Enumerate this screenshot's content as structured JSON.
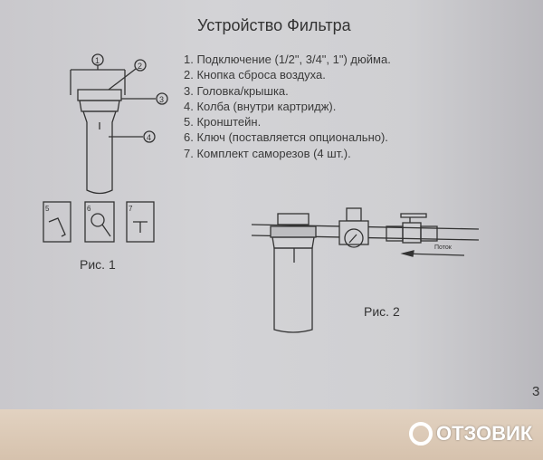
{
  "title": "Устройство Фильтра",
  "items": [
    "1. Подключение (1/2\", 3/4\", 1\") дюйма.",
    "2. Кнопка сброса воздуха.",
    "3. Головка/крышка.",
    "4. Колба (внутри картридж).",
    "5. Кронштейн.",
    "6. Ключ (поставляется опционально).",
    "7. Комплект саморезов (4 шт.)."
  ],
  "fig1": {
    "caption": "Рис. 1",
    "callouts": [
      "1",
      "2",
      "3",
      "4"
    ],
    "boxes": [
      "5",
      "6",
      "7"
    ]
  },
  "fig2": {
    "caption": "Рис. 2",
    "flow_label": "Поток"
  },
  "page_number": "3",
  "watermark": "ОТЗОВИК"
}
